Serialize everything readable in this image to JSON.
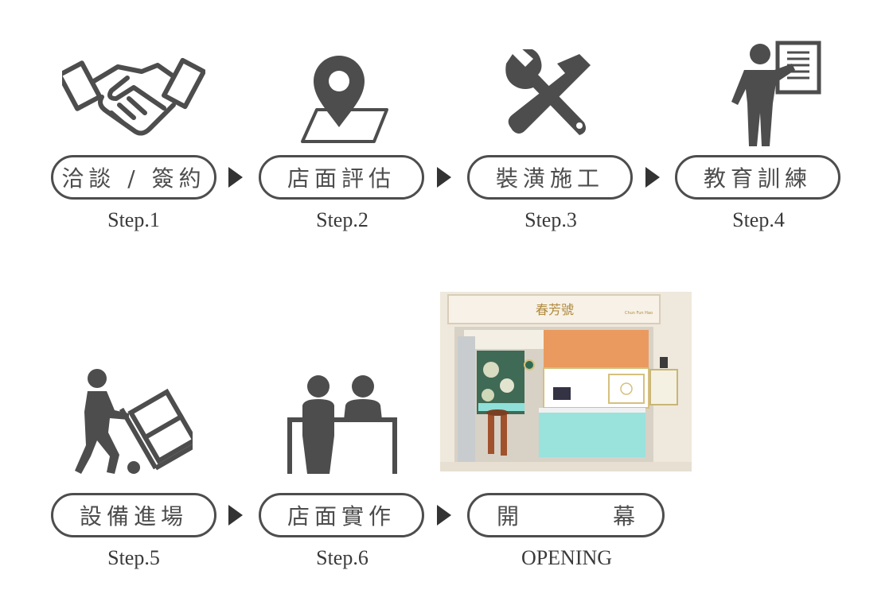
{
  "colors": {
    "icon": "#4d4d4d",
    "arrow": "#333333"
  },
  "steps": [
    {
      "label": "洽談 / 簽約",
      "caption": "Step.1",
      "icon": "handshake-icon"
    },
    {
      "label": "店面評估",
      "caption": "Step.2",
      "icon": "map-pin-icon"
    },
    {
      "label": "裝潢施工",
      "caption": "Step.3",
      "icon": "tools-icon"
    },
    {
      "label": "教育訓練",
      "caption": "Step.4",
      "icon": "teacher-board-icon"
    },
    {
      "label": "設備進場",
      "caption": "Step.5",
      "icon": "hand-truck-icon"
    },
    {
      "label": "店面實作",
      "caption": "Step.6",
      "icon": "two-people-desk-icon"
    }
  ],
  "opening": {
    "label_left": "開",
    "label_right": "幕",
    "caption": "OPENING",
    "store_sign": "春芳號",
    "store_sign_sub": "Chun Fun Hao"
  }
}
